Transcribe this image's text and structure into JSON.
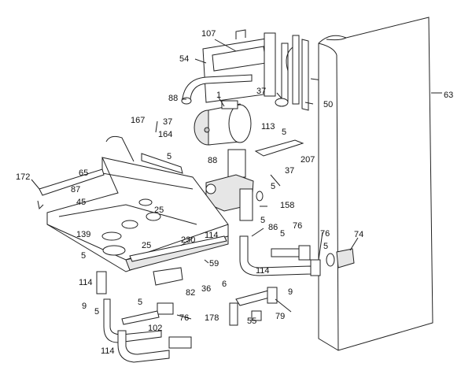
{
  "labels": [
    {
      "id": "107",
      "text": "107"
    },
    {
      "id": "54",
      "text": "54"
    },
    {
      "id": "88a",
      "text": "88"
    },
    {
      "id": "1",
      "text": "1"
    },
    {
      "id": "37a",
      "text": "37"
    },
    {
      "id": "50",
      "text": "50"
    },
    {
      "id": "63",
      "text": "63"
    },
    {
      "id": "167",
      "text": "167"
    },
    {
      "id": "37b",
      "text": "37"
    },
    {
      "id": "113",
      "text": "113"
    },
    {
      "id": "5a",
      "text": "5"
    },
    {
      "id": "164",
      "text": "164"
    },
    {
      "id": "5b",
      "text": "5"
    },
    {
      "id": "88b",
      "text": "88"
    },
    {
      "id": "207",
      "text": "207"
    },
    {
      "id": "37c",
      "text": "37"
    },
    {
      "id": "172",
      "text": "172"
    },
    {
      "id": "65",
      "text": "65"
    },
    {
      "id": "87",
      "text": "87"
    },
    {
      "id": "5c",
      "text": "5"
    },
    {
      "id": "45",
      "text": "45"
    },
    {
      "id": "158",
      "text": "158"
    },
    {
      "id": "25a",
      "text": "25"
    },
    {
      "id": "5d",
      "text": "5"
    },
    {
      "id": "86",
      "text": "86"
    },
    {
      "id": "76a",
      "text": "76"
    },
    {
      "id": "5e",
      "text": "5"
    },
    {
      "id": "139",
      "text": "139"
    },
    {
      "id": "230",
      "text": "230"
    },
    {
      "id": "114a",
      "text": "114"
    },
    {
      "id": "25b",
      "text": "25"
    },
    {
      "id": "76b",
      "text": "76"
    },
    {
      "id": "74",
      "text": "74"
    },
    {
      "id": "5f",
      "text": "5"
    },
    {
      "id": "5g",
      "text": "5"
    },
    {
      "id": "59",
      "text": "59"
    },
    {
      "id": "114b",
      "text": "114"
    },
    {
      "id": "114c",
      "text": "114"
    },
    {
      "id": "6",
      "text": "6"
    },
    {
      "id": "82",
      "text": "82"
    },
    {
      "id": "36",
      "text": "36"
    },
    {
      "id": "9a",
      "text": "9"
    },
    {
      "id": "9b",
      "text": "9"
    },
    {
      "id": "5h",
      "text": "5"
    },
    {
      "id": "5i",
      "text": "5"
    },
    {
      "id": "76c",
      "text": "76"
    },
    {
      "id": "178",
      "text": "178"
    },
    {
      "id": "55",
      "text": "55"
    },
    {
      "id": "79",
      "text": "79"
    },
    {
      "id": "102",
      "text": "102"
    },
    {
      "id": "114d",
      "text": "114"
    }
  ]
}
